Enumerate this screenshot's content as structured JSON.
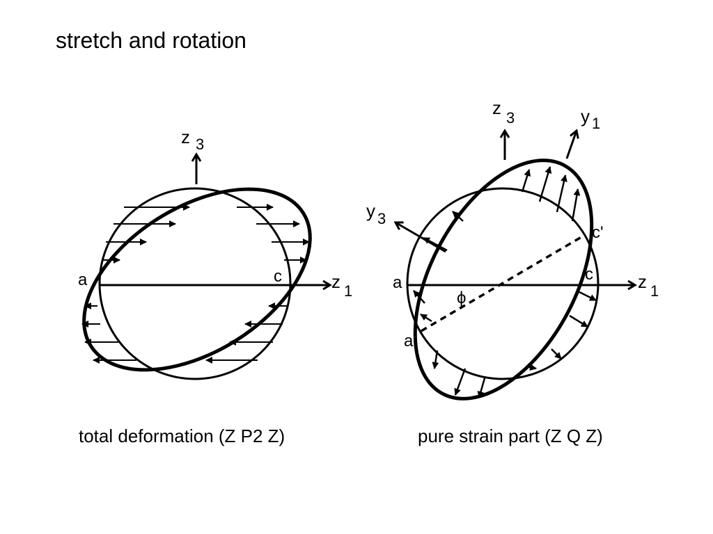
{
  "slide": {
    "title": "stretch and rotation"
  },
  "left_panel": {
    "caption": "total deformation (Z P2 Z)",
    "axis_z3": {
      "letter": "z",
      "sub": "3"
    },
    "axis_z1": {
      "letter": "z",
      "sub": "1"
    },
    "point_a": "a",
    "point_c": "c"
  },
  "right_panel": {
    "caption": "pure strain part (Z Q Z)",
    "axis_z3": {
      "letter": "z",
      "sub": "3"
    },
    "axis_y1": {
      "letter": "y",
      "sub": "1"
    },
    "axis_y3": {
      "letter": "y",
      "sub": "3"
    },
    "axis_z1": {
      "letter": "z",
      "sub": "1"
    },
    "point_a": "a",
    "point_c": "c",
    "point_a_prime": "a'",
    "point_c_prime": "c'",
    "angle": "ϕ"
  }
}
